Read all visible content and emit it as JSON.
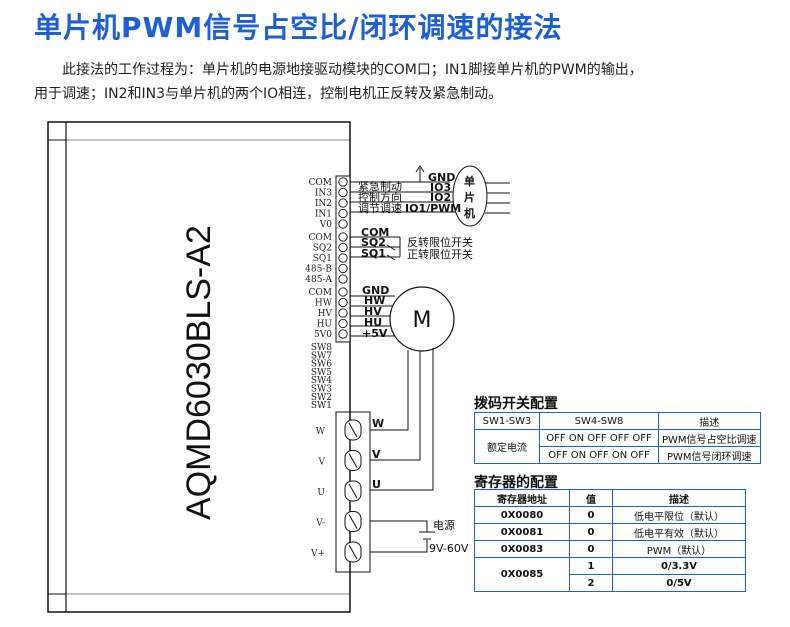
{
  "header": {
    "title": "单片机PWM信号占空比/闭环调速的接法",
    "desc_line1": "此接法的工作过程为：单片机的电源地接驱动模块的COM口；IN1脚接单片机的PWM的输出，",
    "desc_line2": "用于调速；IN2和IN3与单片机的两个IO相连，控制电机正反转及紧急制动。"
  },
  "driver": {
    "model": "AQMD6030BLS-A2",
    "pins_group1": [
      "COM",
      "IN3",
      "IN2",
      "IN1",
      "V0"
    ],
    "pins_group2": [
      "COM",
      "SQ2",
      "SQ1",
      "485-B",
      "485-A"
    ],
    "pins_group3": [
      "COM",
      "HW",
      "HV",
      "HU",
      "5V0"
    ],
    "switches": [
      "SW8",
      "SW7",
      "SW6",
      "SW5",
      "SW4",
      "SW3",
      "SW2",
      "SW1"
    ],
    "power_terminals": [
      "W",
      "V",
      "U",
      "V-",
      "V+"
    ]
  },
  "wiring": {
    "mcu_label": "单片机",
    "gnd": "GND",
    "io3": "IO3",
    "io2": "IO2",
    "io1": "IO1/PWM",
    "emergency_brake": "紧急制动",
    "direction": "控制方向",
    "speed": "调节调速",
    "com": "COM",
    "sq2": "SQ2",
    "sq1": "SQ1",
    "reverse_limit": "反转限位开关",
    "forward_limit": "正转限位开关",
    "hall_gnd": "GND",
    "hw": "HW",
    "hv": "HV",
    "hu": "HU",
    "p5v": "+5V",
    "motor": "M",
    "phase_w": "W",
    "phase_v": "V",
    "phase_u": "U",
    "power_label": "电源",
    "power_range": "9V-60V"
  },
  "dip_table": {
    "title": "拨码开关配置",
    "headers": [
      "SW1-SW3",
      "SW4-SW8",
      "描述"
    ],
    "row_label": "额定电流",
    "rows": [
      {
        "switches": "OFF ON OFF OFF OFF",
        "desc": "PWM信号占空比调速"
      },
      {
        "switches": "OFF ON OFF ON OFF",
        "desc": "PWM信号闭环调速"
      }
    ]
  },
  "register_table": {
    "title": "寄存器的配置",
    "headers": [
      "寄存器地址",
      "值",
      "描述"
    ],
    "rows": [
      {
        "addr": "0X0080",
        "val": "0",
        "desc": "低电平限位（默认）"
      },
      {
        "addr": "0X0081",
        "val": "0",
        "desc": "低电平有效（默认）"
      },
      {
        "addr": "0X0083",
        "val": "0",
        "desc": "PWM（默认）"
      }
    ],
    "last_addr": "0X0085",
    "last_rows": [
      {
        "val": "1",
        "desc": "0/3.3V"
      },
      {
        "val": "2",
        "desc": "0/5V"
      }
    ]
  }
}
